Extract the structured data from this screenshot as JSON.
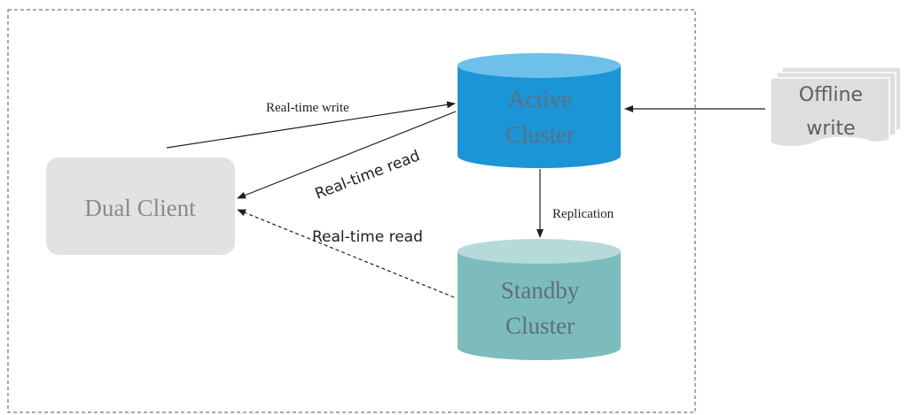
{
  "client": {
    "label": "Dual Client"
  },
  "active_cluster": {
    "line1": "Active",
    "line2": "Cluster"
  },
  "standby_cluster": {
    "line1": "Standby",
    "line2": "Cluster"
  },
  "offline_source": {
    "line1": "Offline",
    "line2": "write"
  },
  "edges": {
    "realtime_write": "Real-time write",
    "realtime_read_active": "Real-time read",
    "realtime_read_standby": "Real-time read",
    "replication": "Replication"
  },
  "colors": {
    "active_body": "#1b95d6",
    "active_top": "#6ec0ea",
    "standby_body": "#7dbcbc",
    "standby_top": "#b6dada",
    "client_fill": "#e2e2e2",
    "client_text": "#8a8a8a",
    "offline_fill": "#dedede",
    "offline_text": "#5e5e5e",
    "arrow": "#1f1f1f"
  }
}
